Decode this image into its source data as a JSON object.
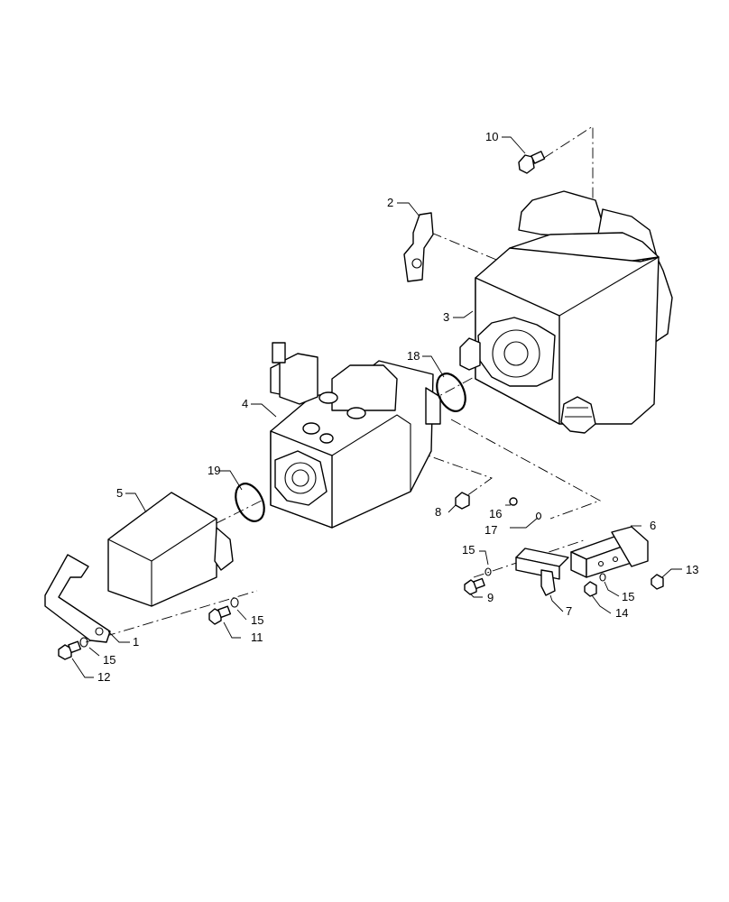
{
  "callouts": [
    {
      "id": "c1",
      "label": "1"
    },
    {
      "id": "c2",
      "label": "2"
    },
    {
      "id": "c3",
      "label": "3"
    },
    {
      "id": "c4",
      "label": "4"
    },
    {
      "id": "c5",
      "label": "5"
    },
    {
      "id": "c6",
      "label": "6"
    },
    {
      "id": "c7",
      "label": "7"
    },
    {
      "id": "c8",
      "label": "8"
    },
    {
      "id": "c9",
      "label": "9"
    },
    {
      "id": "c10",
      "label": "10"
    },
    {
      "id": "c11",
      "label": "11"
    },
    {
      "id": "c12",
      "label": "12"
    },
    {
      "id": "c13",
      "label": "13"
    },
    {
      "id": "c14",
      "label": "14"
    },
    {
      "id": "c15a",
      "label": "15"
    },
    {
      "id": "c15b",
      "label": "15"
    },
    {
      "id": "c15c",
      "label": "15"
    },
    {
      "id": "c15d",
      "label": "15"
    },
    {
      "id": "c16",
      "label": "16"
    },
    {
      "id": "c17",
      "label": "17"
    },
    {
      "id": "c18",
      "label": "18"
    },
    {
      "id": "c19",
      "label": "19"
    }
  ]
}
